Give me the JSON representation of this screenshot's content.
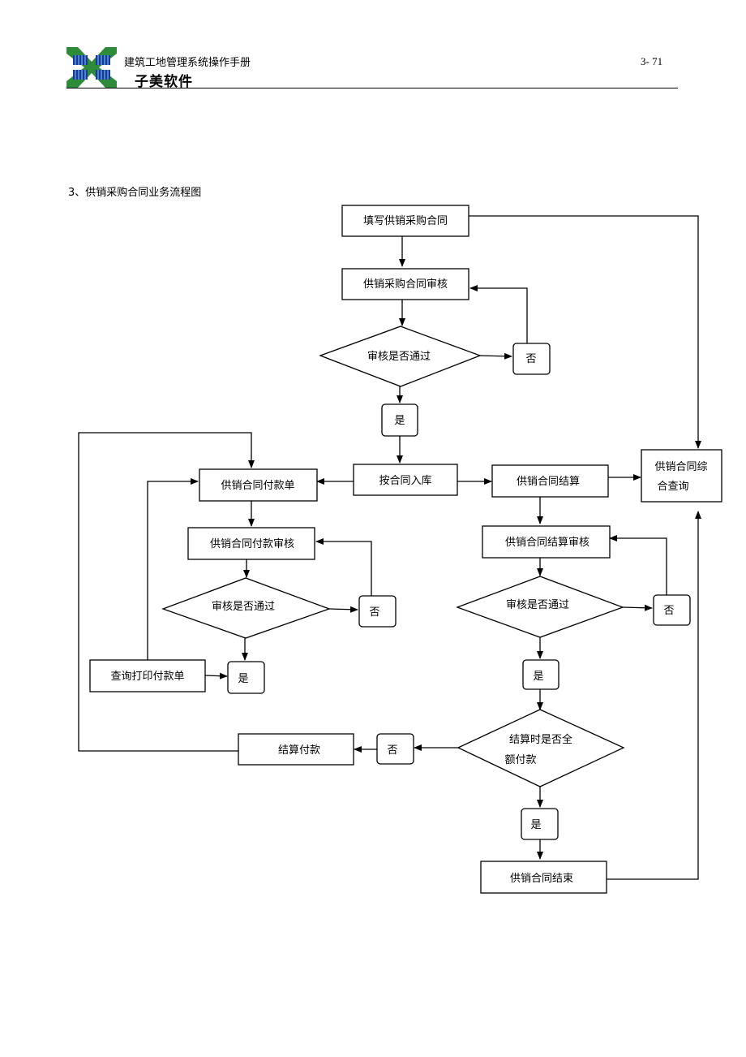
{
  "header": {
    "title": "建筑工地管理系统操作手册",
    "brand": "子美软件",
    "page_number": "3- 71"
  },
  "section_title": "3、供销采购合同业务流程图",
  "nodes": {
    "fill_contract": "填写供销采购合同",
    "contract_review": "供销采购合同审核",
    "review_pass_1": "审核是否通过",
    "no_1": "否",
    "yes_1": "是",
    "stock_in": "按合同入库",
    "payment_slip": "供销合同付款单",
    "settlement": "供销合同结算",
    "query_line1": "供销合同综",
    "query_line2": "合查询",
    "payment_review": "供销合同付款审核",
    "settlement_review": "供销合同结算审核",
    "review_pass_2": "审核是否通过",
    "no_2": "否",
    "review_pass_3": "审核是否通过",
    "no_3": "否",
    "print_slip": "查询打印付款单",
    "yes_2": "是",
    "yes_3": "是",
    "full_pay_line1": "结算时是否全",
    "full_pay_line2": "额付款",
    "settle_pay": "结算付款",
    "no_4": "否",
    "yes_4": "是",
    "contract_end": "供销合同结束"
  }
}
